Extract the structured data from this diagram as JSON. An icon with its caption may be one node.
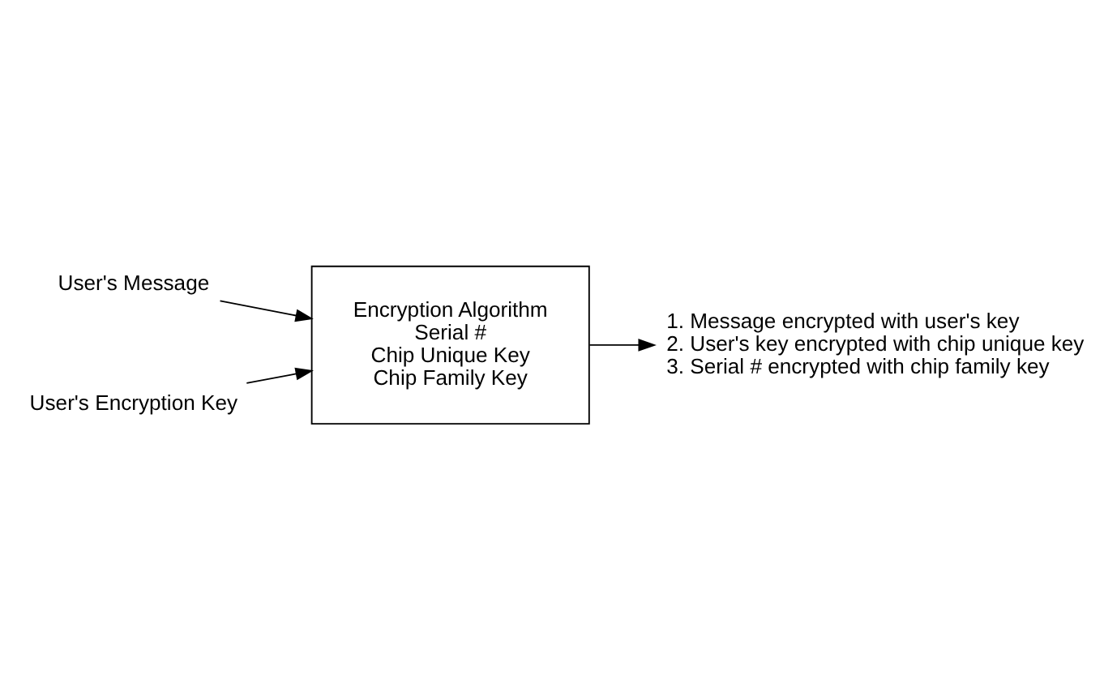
{
  "diagram": {
    "nodes": [
      {
        "text": [
          "User's Message"
        ]
      },
      {
        "text": [
          "Encryption Algorithm",
          "Serial #",
          "Chip Unique Key",
          "Chip Family Key"
        ]
      },
      {
        "text": [
          "User's Encryption Key"
        ]
      },
      {
        "text": [
          "1. Message encrypted with user's key",
          "2. User's key encrypted with chip unique key",
          "3. Serial # encrypted with chip family key"
        ]
      }
    ],
    "edges": [
      {
        "from": 0,
        "to": 1,
        "arrow": "to"
      },
      {
        "from": 2,
        "to": 1,
        "arrow": "to"
      },
      {
        "from": 1,
        "to": 3,
        "arrow": "to"
      }
    ]
  }
}
